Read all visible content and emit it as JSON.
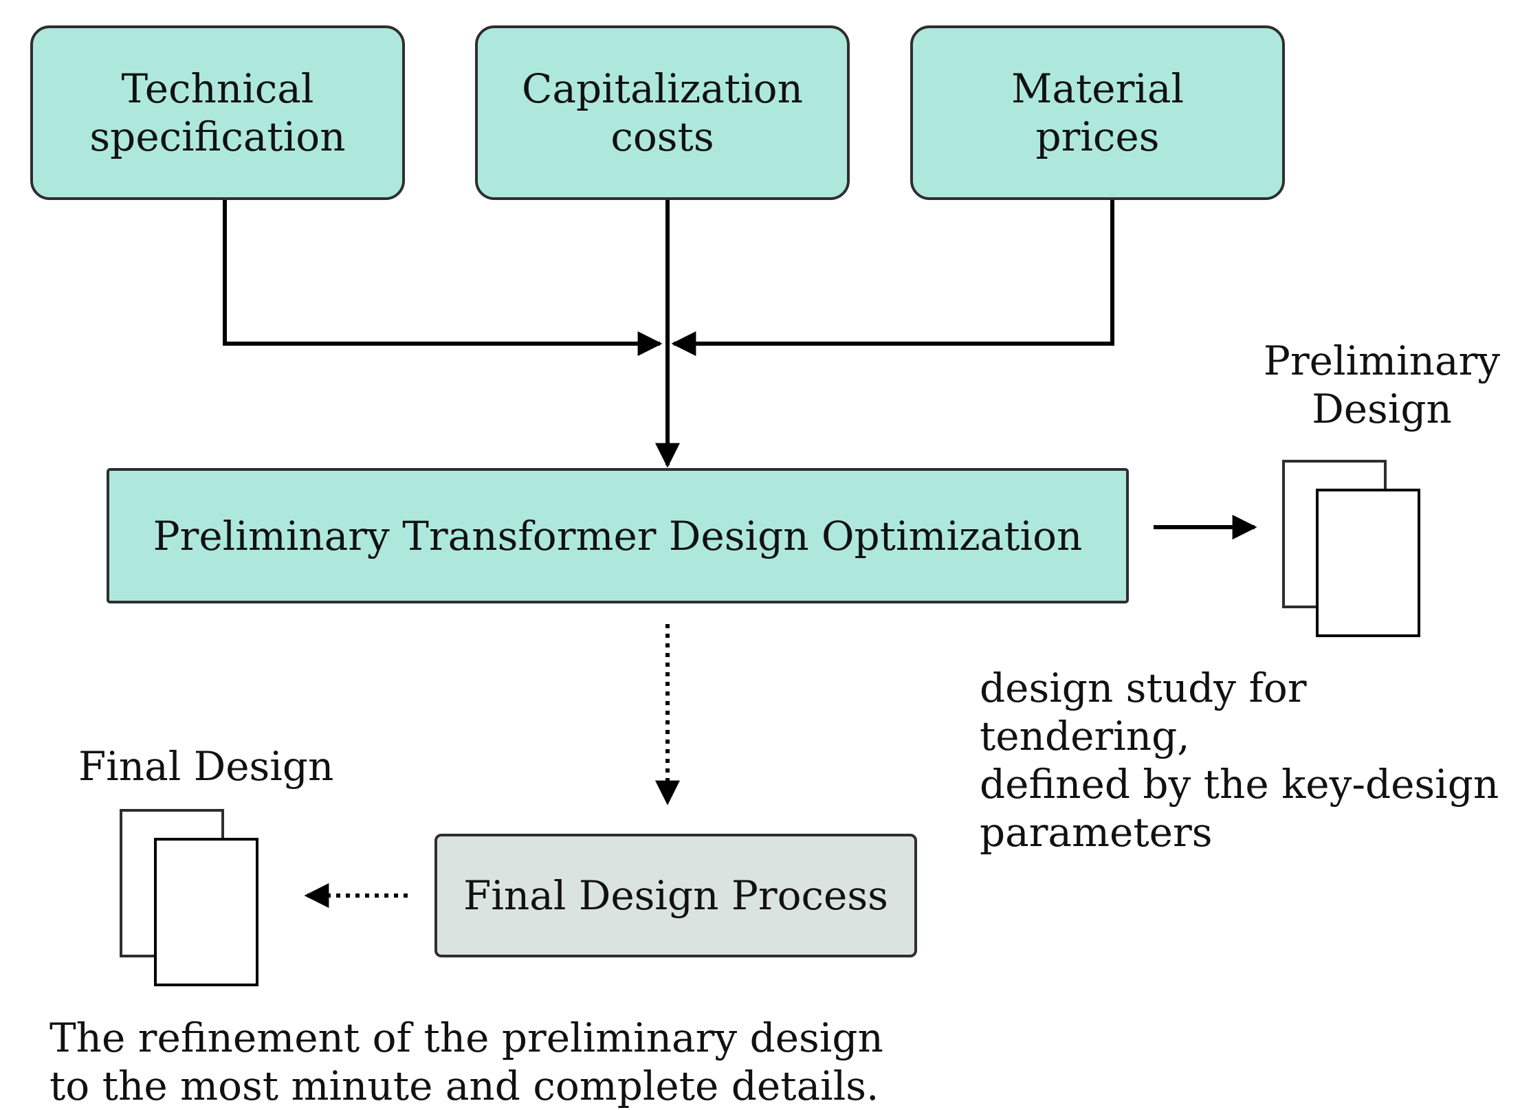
{
  "diagram": {
    "inputs": [
      {
        "label": "Technical\nspecification"
      },
      {
        "label": "Capitalization\ncosts"
      },
      {
        "label": "Material\nprices"
      }
    ],
    "optimization": {
      "label": "Preliminary Transformer Design Optimization"
    },
    "final_process": {
      "label": "Final Design Process"
    },
    "preliminary_output": {
      "title": "Preliminary\nDesign",
      "description": "design study for tendering,\ndefined by the key-design\nparameters"
    },
    "final_output": {
      "title": "Final Design",
      "description": "The refinement of the preliminary design\nto the most minute and complete  details."
    },
    "colors": {
      "input_fill": "#aee8dd",
      "process_fill": "#aee8dd",
      "final_fill": "#dbe3e1",
      "stroke": "#2e2e2e"
    }
  }
}
